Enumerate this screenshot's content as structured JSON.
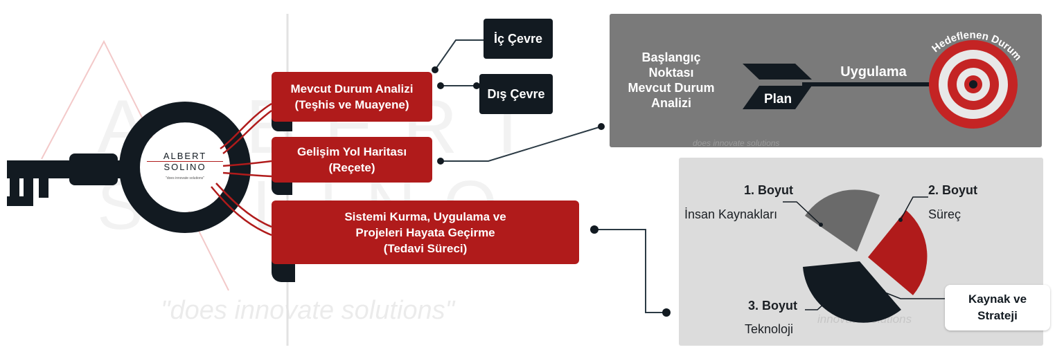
{
  "logo": {
    "line1": "ALBERT",
    "line2": "SOLINO",
    "tagline": "\"does innovate solutions\""
  },
  "watermark": {
    "big1": "ALBERT",
    "big2": "SOLINO",
    "slogan": "\"does innovate solutions\"",
    "panel_slogan": "does innovate solutions",
    "panel_slogan2": "innovate solutions"
  },
  "branches": [
    {
      "line1": "Mevcut Durum Analizi",
      "line2": "(Teşhis ve Muayene)"
    },
    {
      "line1": "Gelişim Yol Haritası",
      "line2": "(Reçete)"
    },
    {
      "line1": "Sistemi Kurma, Uygulama ve",
      "line2": "Projeleri Hayata Geçirme",
      "line3": "(Tedavi Süreci)"
    }
  ],
  "environment": {
    "inner": "İç Çevre",
    "outer": "Dış Çevre"
  },
  "plan_panel": {
    "start_lines": [
      "Başlangıç",
      "Noktası",
      "Mevcut Durum",
      "Analizi"
    ],
    "plan": "Plan",
    "apply": "Uygulama",
    "target_label": "Hedeflenen Durum"
  },
  "dimensions": {
    "d1_title": "1. Boyut",
    "d1_sub": "İnsan Kaynakları",
    "d2_title": "2. Boyut",
    "d2_sub": "Süreç",
    "d3_title": "3. Boyut",
    "d3_sub": "Teknoloji",
    "resource_line1": "Kaynak ve",
    "resource_line2": "Strateji"
  },
  "colors": {
    "red": "#b01b1b",
    "dark": "#121a21",
    "gray_panel": "#7a7a7a",
    "light_panel": "#dcdcdc",
    "pie_gray": "#6a6a6a"
  }
}
